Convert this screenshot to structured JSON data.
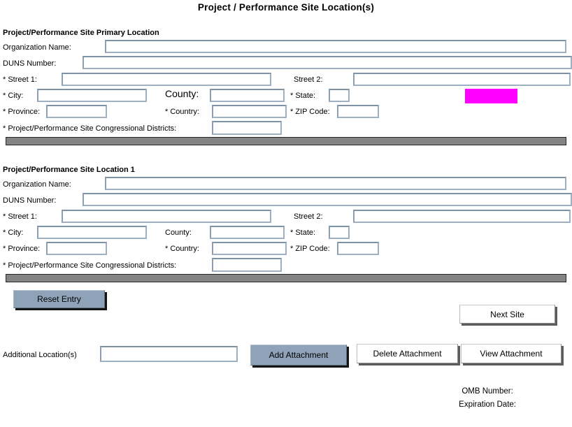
{
  "title": "Project / Performance Site Location(s)",
  "sections": [
    {
      "header": "Project/Performance Site Primary Location",
      "labels": {
        "organization": "Organization Name:",
        "duns": "DUNS Number:",
        "street1": "* Street 1:",
        "street2": "Street 2:",
        "city": "* City:",
        "county": "County:",
        "state": "* State:",
        "province": "* Province:",
        "country": "* Country:",
        "zip": "* ZIP Code:",
        "districts": "* Project/Performance Site Congressional Districts:"
      }
    },
    {
      "header": "Project/Performance Site Location 1",
      "labels": {
        "organization": "Organization Name:",
        "duns": "DUNS Number:",
        "street1": "* Street 1:",
        "street2": "Street 2:",
        "city": "* City:",
        "county": "County:",
        "state": "* State:",
        "province": "* Province:",
        "country": "* Country:",
        "zip": "* ZIP Code:",
        "districts": "* Project/Performance Site Congressional Districts:"
      }
    }
  ],
  "buttons": {
    "reset_entry": "Reset Entry",
    "next_site": "Next Site",
    "add_attachment": "Add Attachment",
    "delete_attachment": "Delete Attachment",
    "view_attachment": "View Attachment"
  },
  "footer": {
    "additional_label": "Additional Location(s)",
    "omb_number_label": "OMB Number:",
    "expiration_date_label": "Expiration Date:"
  },
  "colors": {
    "highlight": "#ff00ff",
    "divider_bar": "#848484",
    "slate_button": "#8fa3b8",
    "field_border": "#8ba0b4"
  }
}
